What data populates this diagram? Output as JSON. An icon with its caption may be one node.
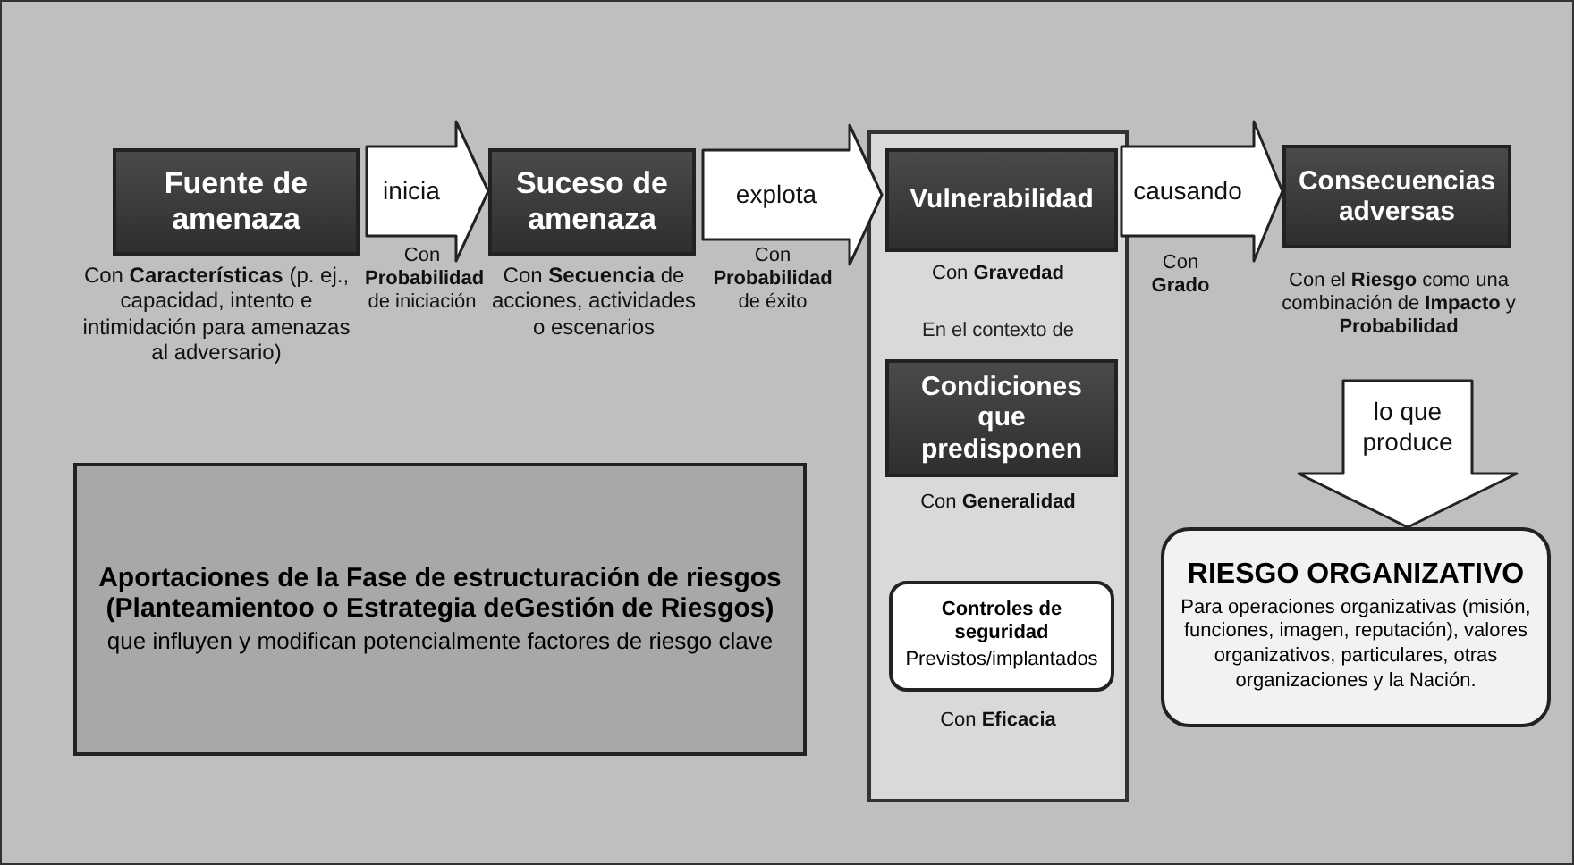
{
  "diagram": {
    "nodes": [
      {
        "text": [
          "Fuente de amenaza"
        ],
        "beside": [
          "Con **Características** (p. ej., capacidad, intento e intimidación para amenazas al adversario)"
        ]
      },
      {
        "text": [
          "Suceso de amenaza"
        ],
        "beside": [
          "Con **Secuencia** de acciones, actividades o escenarios"
        ]
      },
      {
        "text": [
          "En el contexto de"
        ]
      },
      {
        "text": [
          "Vulnerabilidad"
        ],
        "in": 2,
        "beside": [
          "Con **Gravedad**"
        ]
      },
      {
        "text": [
          "Condiciones que predisponen"
        ],
        "in": 2,
        "beside": [
          "Con **Generalidad**"
        ]
      },
      {
        "text": [
          "Controles de seguridad",
          "Previstos/implantados"
        ],
        "in": 2,
        "beside": [
          "Con **Eficacia**"
        ]
      },
      {
        "text": [
          "Consecuencias adversas"
        ],
        "beside": [
          "Con el **Riesgo** como una combinación de **Impacto** y **Probabilidad**"
        ]
      },
      {
        "text": [
          "RIESGO ORGANIZATIVO",
          "Para operaciones organizativas (misión, funciones, imagen, reputación), valores organizativos, particulares, otras organizaciones y la Nación."
        ]
      },
      {
        "text": [
          "Aportaciones de la Fase de estructuración de riesgos (Planteamientoo o Estrategia deGestión de Riesgos)",
          "que influyen y modifican potencialmente factores de riesgo clave"
        ]
      }
    ],
    "edges": [
      {
        "from": 0,
        "to": 1,
        "arrow": "to",
        "label": "inicia"
      },
      {
        "from": 1,
        "to": 3,
        "arrow": "to",
        "label": "explota"
      },
      {
        "from": 3,
        "to": 6,
        "arrow": "to",
        "label": "causando"
      },
      {
        "from": 6,
        "to": 7,
        "arrow": "to",
        "label": "lo que produce"
      }
    ],
    "labels": [
      "Con **Probabilidad** de iniciación",
      "Con **Probabilidad** de éxito",
      "Con **Grado**"
    ]
  }
}
